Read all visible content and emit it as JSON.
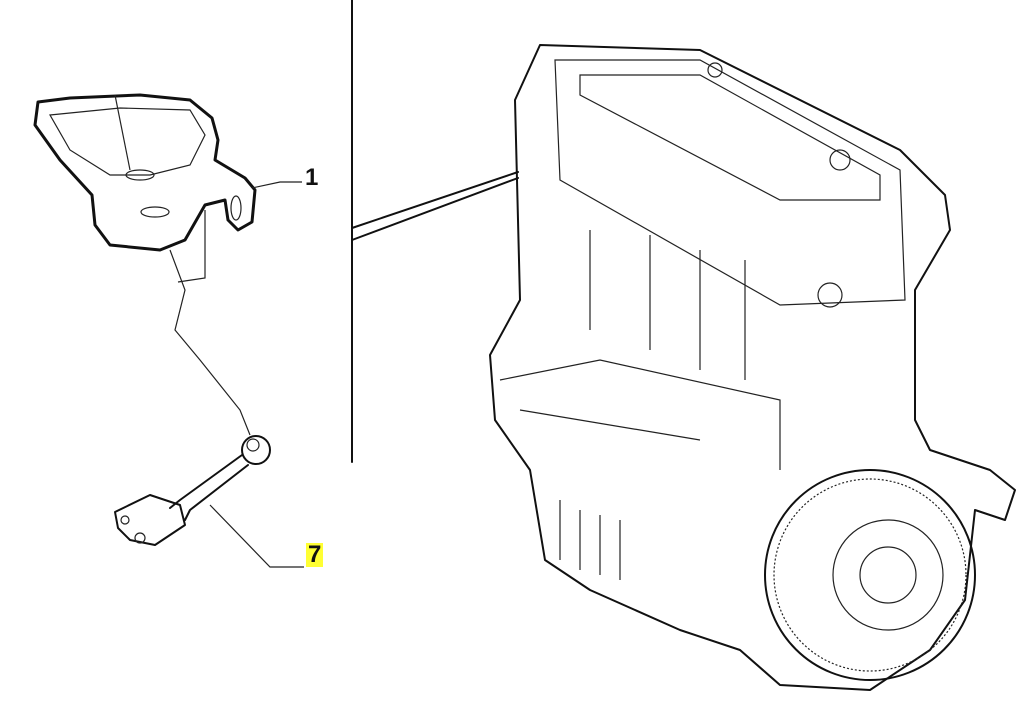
{
  "diagram": {
    "callouts": [
      {
        "id": "1",
        "label": "1",
        "part": "engine-mount-bracket",
        "highlighted": false
      },
      {
        "id": "7",
        "label": "7",
        "part": "torque-reaction-rod",
        "highlighted": true
      }
    ],
    "highlight_color": "#ffff33"
  }
}
